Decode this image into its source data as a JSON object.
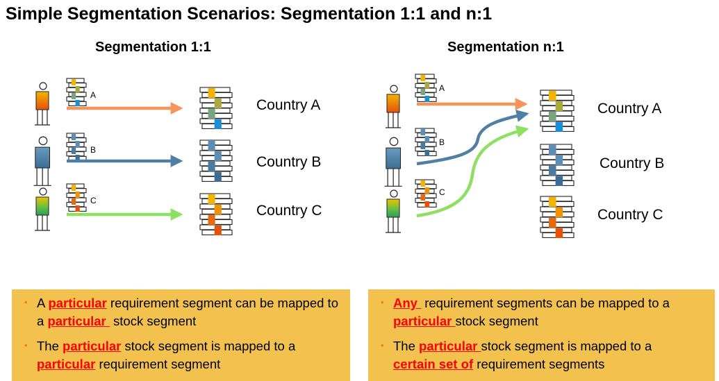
{
  "title": "Simple Segmentation Scenarios: Segmentation 1:1 and n:1",
  "left": {
    "subtitle": "Segmentation 1:1",
    "req_labels": [
      "A",
      "B",
      "C"
    ],
    "countries": [
      "Country A",
      "Country B",
      "Country C"
    ],
    "bullets": [
      {
        "t1": "A ",
        "h1": "particular",
        "t2": " requirement segment can be mapped to a ",
        "h2": "particular ",
        "t3": " stock segment"
      },
      {
        "t1": "The ",
        "h1": "particular",
        "t2": " stock segment is mapped to a ",
        "h2": "particular",
        "t3": " requirement segment"
      }
    ]
  },
  "right": {
    "subtitle": "Segmentation n:1",
    "req_labels": [
      "A",
      "B",
      "C"
    ],
    "countries": [
      "Country A",
      "Country B",
      "Country C"
    ],
    "bullets": [
      {
        "t1": "",
        "h1": "Any ",
        "t2": " requirement segments can be mapped to a ",
        "h2": "particular ",
        "t3": "stock segment"
      },
      {
        "t1": "The ",
        "h1": "particular ",
        "t2": "stock segment is mapped to a ",
        "h2": "certain set of",
        "t3": " requirement segments"
      }
    ]
  },
  "colors": {
    "arrow_a": "#f4965a",
    "arrow_b": "#4f7fa3",
    "arrow_c": "#8ee060",
    "box_bg": "#f2c14e",
    "highlight": "#ff0000"
  }
}
